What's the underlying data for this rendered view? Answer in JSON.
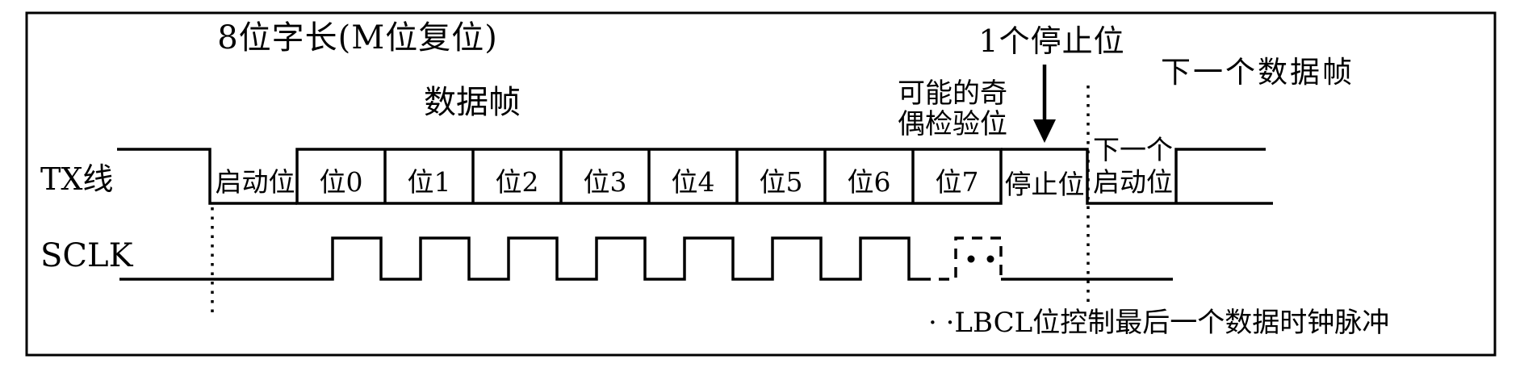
{
  "colors": {
    "ink": "#000000",
    "background": "#ffffff"
  },
  "header": {
    "word_length_title": "8位字长(M位复位)",
    "stop_bit_callout": "1个停止位",
    "next_frame_label": "下一个数据帧"
  },
  "frame": {
    "data_frame_label": "数据帧",
    "parity_note_line1": "可能的奇",
    "parity_note_line2": "偶检验位"
  },
  "tx": {
    "label": "TX线",
    "start_bit": "启动位",
    "bits": [
      "位0",
      "位1",
      "位2",
      "位3",
      "位4",
      "位5",
      "位6",
      "位7"
    ],
    "stop_bit": "停止位",
    "next_start_line1": "下一个",
    "next_start_line2": "启动位"
  },
  "sclk": {
    "label": "SCLK"
  },
  "footnote": {
    "text": "· ·LBCL位控制最后一个数据时钟脉冲"
  }
}
